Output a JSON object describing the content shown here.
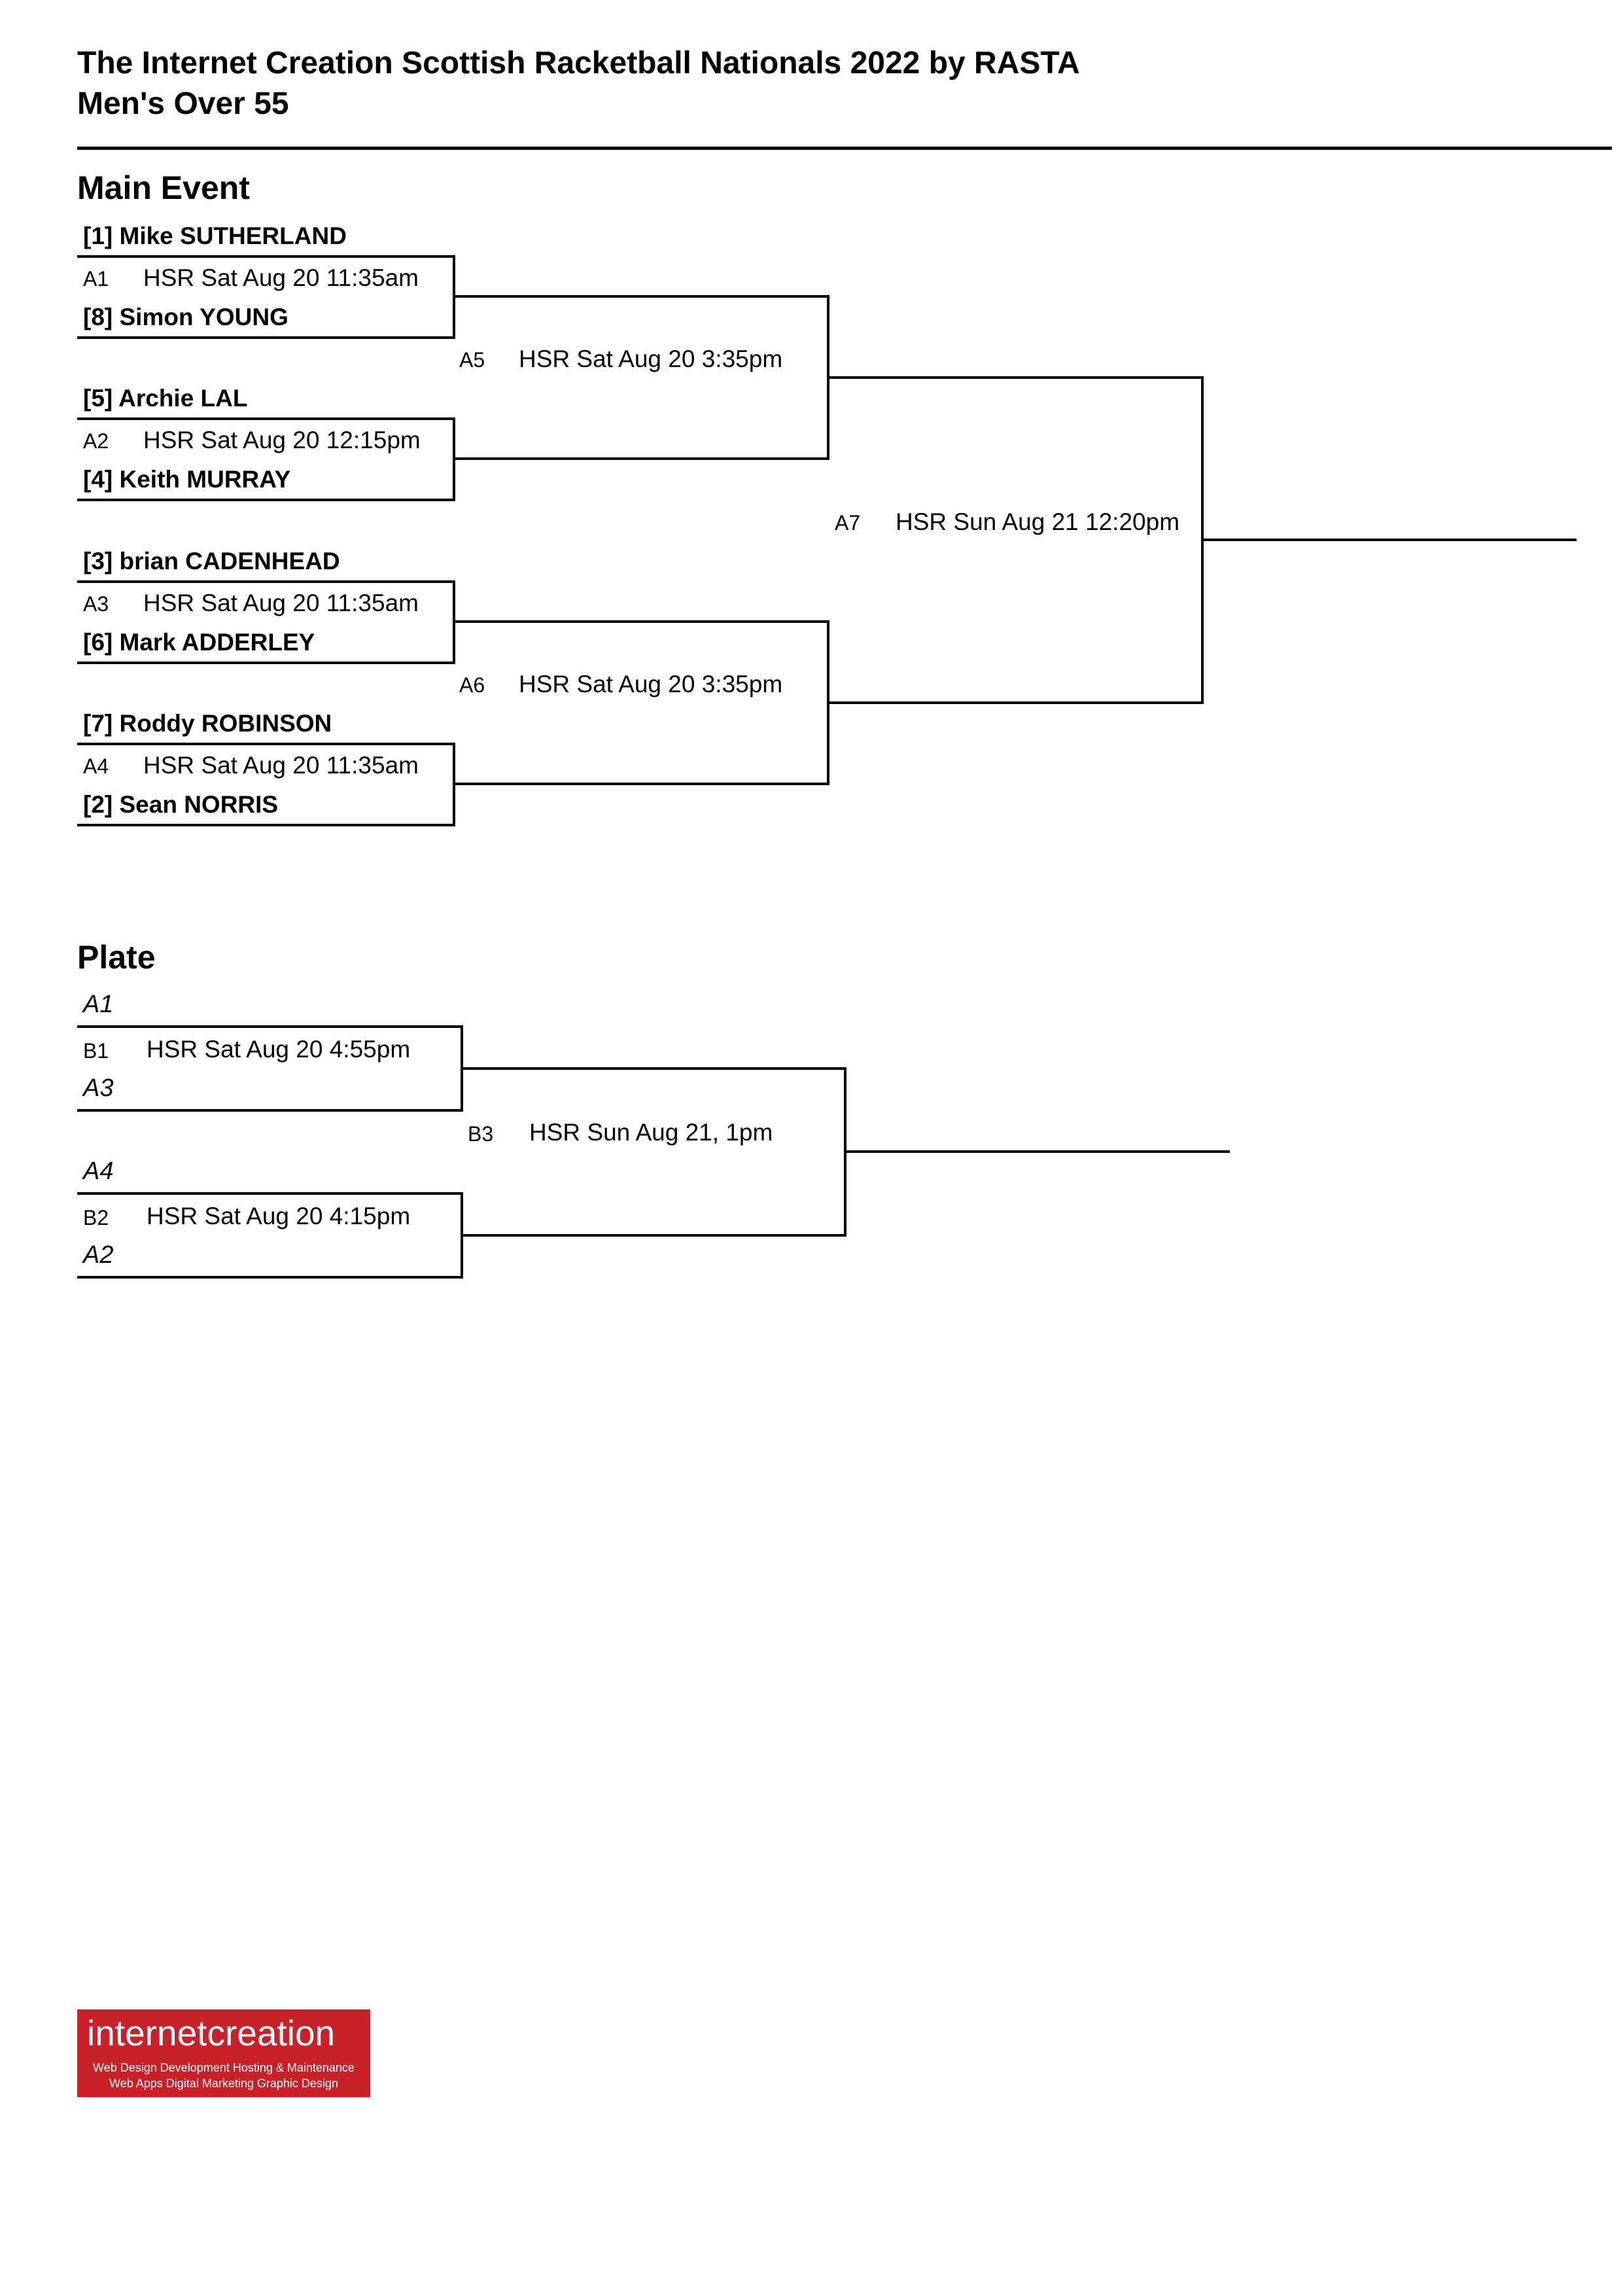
{
  "header": {
    "title": "The Internet Creation Scottish Racketball Nationals 2022 by RASTA",
    "subtitle": "Men's Over 55"
  },
  "main_event": {
    "heading": "Main Event",
    "players": [
      "[1] Mike SUTHERLAND",
      "[8] Simon YOUNG",
      "[5] Archie LAL",
      "[4] Keith MURRAY",
      "[3] brian CADENHEAD",
      "[6] Mark ADDERLEY",
      "[7] Roddy ROBINSON",
      "[2] Sean  NORRIS"
    ],
    "matches": [
      {
        "code": "A1",
        "schedule": "HSR Sat Aug 20 11:35am"
      },
      {
        "code": "A2",
        "schedule": "HSR Sat Aug 20 12:15pm"
      },
      {
        "code": "A3",
        "schedule": "HSR Sat Aug 20 11:35am"
      },
      {
        "code": "A4",
        "schedule": "HSR Sat Aug 20 11:35am"
      },
      {
        "code": "A5",
        "schedule": "HSR Sat Aug 20 3:35pm"
      },
      {
        "code": "A6",
        "schedule": "HSR Sat Aug 20 3:35pm"
      },
      {
        "code": "A7",
        "schedule": "HSR Sun Aug 21 12:20pm"
      }
    ]
  },
  "plate": {
    "heading": "Plate",
    "entrants": [
      "A1",
      "A3",
      "A4",
      "A2"
    ],
    "matches": [
      {
        "code": "B1",
        "schedule": "HSR Sat Aug 20 4:55pm"
      },
      {
        "code": "B2",
        "schedule": "HSR Sat Aug 20 4:15pm"
      },
      {
        "code": "B3",
        "schedule": "HSR Sun Aug 21, 1pm"
      }
    ]
  },
  "logo": {
    "brand": "internetcreation",
    "tagline_1": "Web Design   Development   Hosting & Maintenance",
    "tagline_2": "Web Apps   Digital Marketing   Graphic Design",
    "color": "#c9202a"
  }
}
